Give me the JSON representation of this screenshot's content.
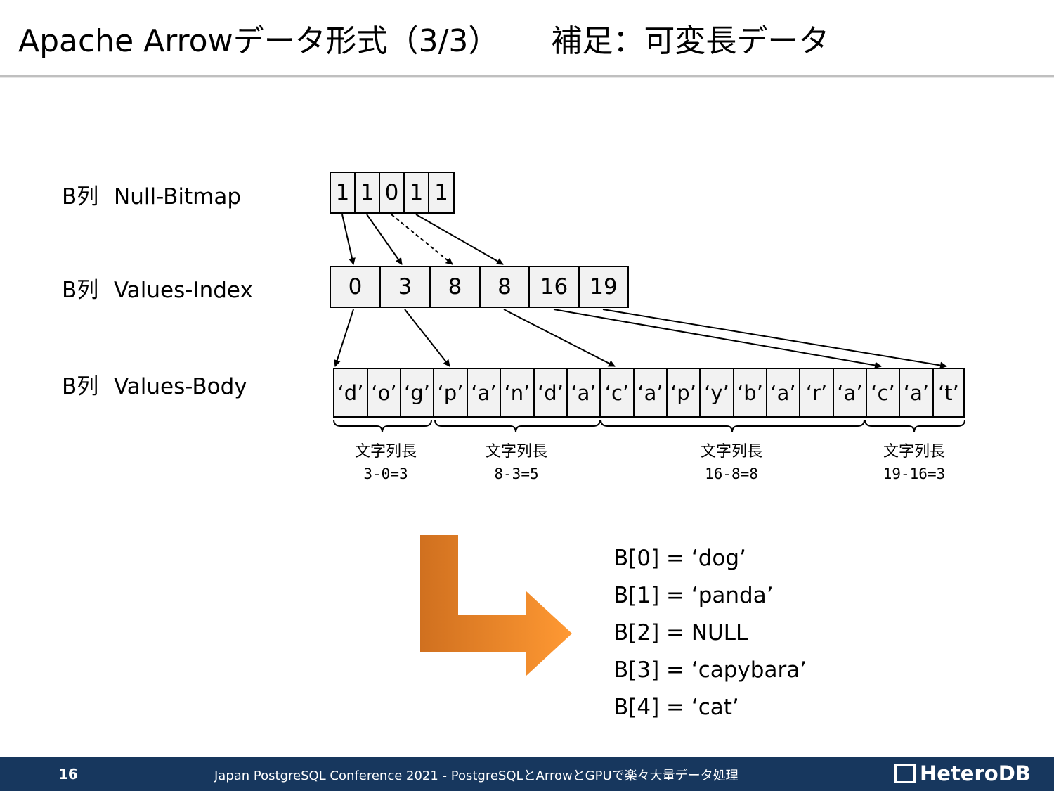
{
  "title": {
    "main": "Apache Arrowデータ形式（3/3）",
    "sub": "補足：可変長データ"
  },
  "rows": {
    "nullbitmap": {
      "col": "B列",
      "name": "Null-Bitmap"
    },
    "valuesindex": {
      "col": "B列",
      "name": "Values-Index"
    },
    "valuesbody": {
      "col": "B列",
      "name": "Values-Body"
    }
  },
  "bitmap": [
    "1",
    "1",
    "0",
    "1",
    "1"
  ],
  "index": [
    "0",
    "3",
    "8",
    "8",
    "16",
    "19"
  ],
  "body": [
    "‘d’",
    "‘o’",
    "‘g’",
    "‘p’",
    "‘a’",
    "‘n’",
    "‘d’",
    "‘a’",
    "‘c’",
    "‘a’",
    "‘p’",
    "‘y’",
    "‘b’",
    "‘a’",
    "‘r’",
    "‘a’",
    "‘c’",
    "‘a’",
    "‘t’"
  ],
  "segments": [
    {
      "label": "文字列長",
      "formula": "3-0=3"
    },
    {
      "label": "文字列長",
      "formula": "8-3=5"
    },
    {
      "label": "文字列長",
      "formula": "16-8=8"
    },
    {
      "label": "文字列長",
      "formula": "19-16=3"
    }
  ],
  "results": [
    "B[0] = ‘dog’",
    "B[1] = ‘panda’",
    "B[2] = NULL",
    "B[3] = ‘capybara’",
    "B[4] = ‘cat’"
  ],
  "footer": {
    "page": "16",
    "conference": "Japan PostgreSQL Conference 2021 - PostgreSQLとArrowとGPUで楽々大量データ処理",
    "logo": "HeteroDB"
  },
  "colors": {
    "cell_fill": "#f2f2f2",
    "footer_bg": "#17375e",
    "arrow_orange_dark": "#d0701f",
    "arrow_orange_light": "#ff9933"
  }
}
